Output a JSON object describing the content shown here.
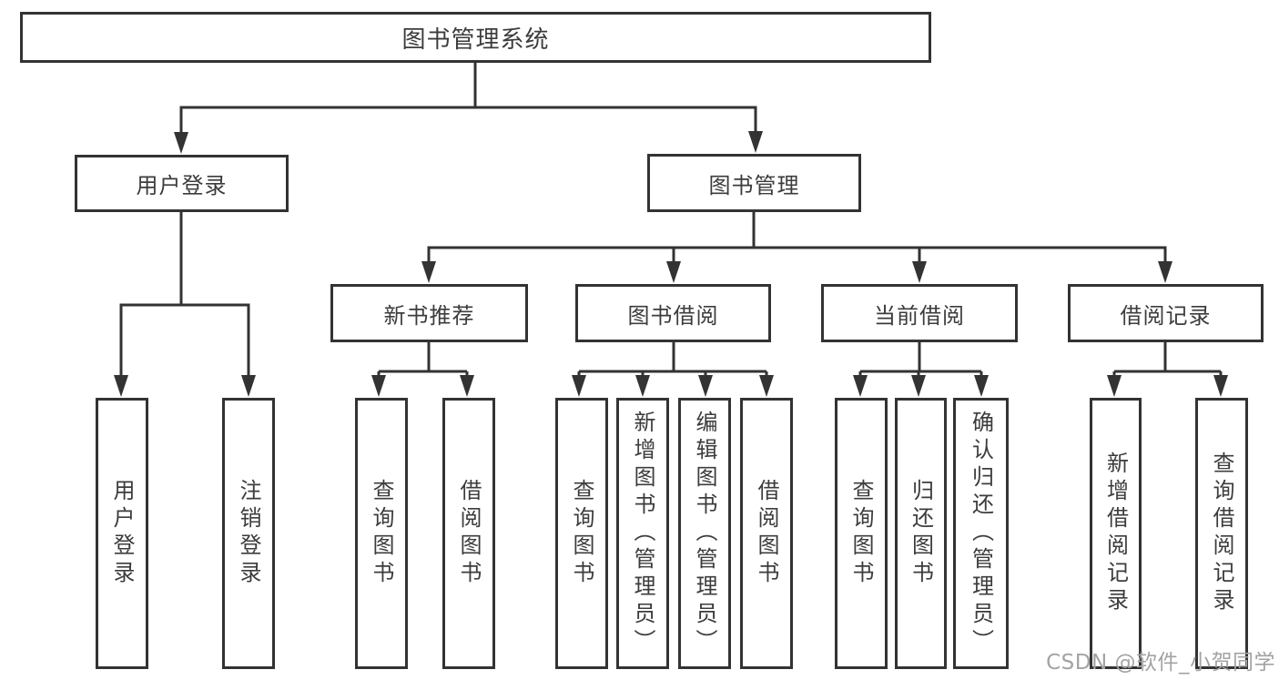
{
  "diagram_title": "图书管理系统",
  "nodes": {
    "root": "图书管理系统",
    "user_login": "用户登录",
    "book_mgmt": "图书管理",
    "new_book_rec": "新书推荐",
    "book_borrow": "图书借阅",
    "current_borrow": "当前借阅",
    "borrow_records": "借阅记录",
    "leaf_user_login": "用户登录",
    "leaf_logout_login": "注销登录",
    "leaf_query_book_rec": "查询图书",
    "leaf_borrow_book_rec": "借阅图书",
    "leaf_query_book_borrow": "查询图书",
    "leaf_add_book_admin": "新增图书（管理员）",
    "leaf_edit_book_admin": "编辑图书（管理员）",
    "leaf_borrow_book_borrow": "借阅图书",
    "leaf_query_book_current": "查询图书",
    "leaf_return_book": "归还图书",
    "leaf_confirm_return_admin": "确认归还（管理员）",
    "leaf_add_borrow_record": "新增借阅记录",
    "leaf_query_borrow_record": "查询借阅记录"
  },
  "structure": {
    "图书管理系统": {
      "用户登录": [
        "用户登录",
        "注销登录"
      ],
      "图书管理": {
        "新书推荐": [
          "查询图书",
          "借阅图书"
        ],
        "图书借阅": [
          "查询图书",
          "新增图书（管理员）",
          "编辑图书（管理员）",
          "借阅图书"
        ],
        "当前借阅": [
          "查询图书",
          "归还图书",
          "确认归还（管理员）"
        ],
        "借阅记录": [
          "新增借阅记录",
          "查询借阅记录"
        ]
      }
    }
  },
  "watermark": "CSDN @软件_小贺同学",
  "colors": {
    "line": "#333333",
    "text": "#3c3c3c",
    "watermark": "#a3a3a3",
    "background": "#ffffff"
  }
}
